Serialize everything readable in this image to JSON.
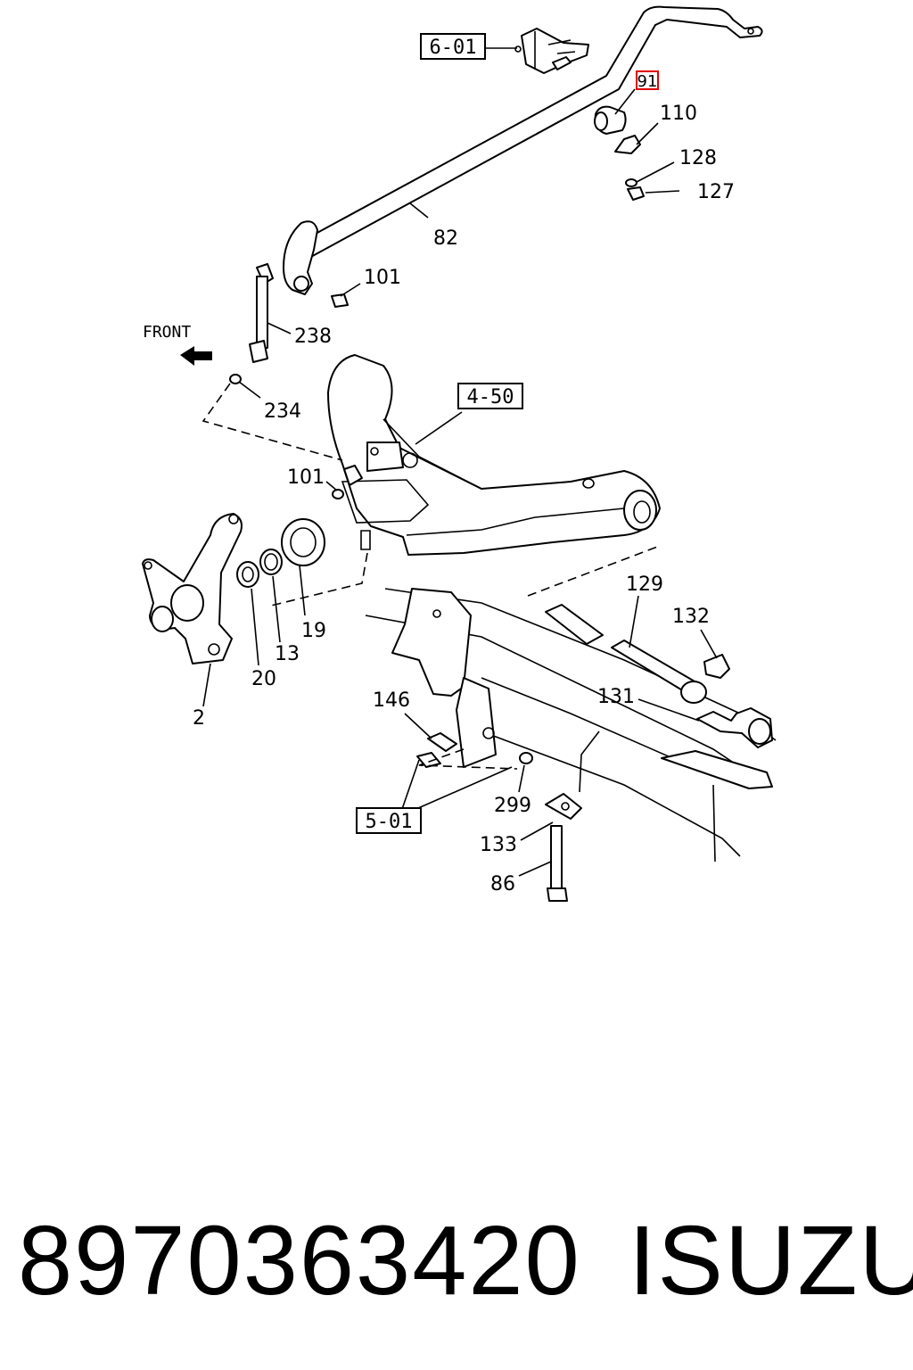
{
  "diagram": {
    "direction_label": "FRONT",
    "box_refs": [
      "6-01",
      "4-50",
      "5-01"
    ],
    "highlighted_callout": "91",
    "callouts": {
      "c110": "110",
      "c128": "128",
      "c127": "127",
      "c82": "82",
      "c101_top": "101",
      "c238": "238",
      "c234": "234",
      "c101_mid": "101",
      "c129": "129",
      "c132": "132",
      "c131": "131",
      "c146": "146",
      "c299": "299",
      "c133": "133",
      "c86": "86",
      "c19": "19",
      "c13": "13",
      "c20": "20",
      "c2": "2"
    },
    "highlight_color": "#e00000"
  },
  "footer": {
    "part_number": "8970363420",
    "brand": "ISUZU"
  }
}
